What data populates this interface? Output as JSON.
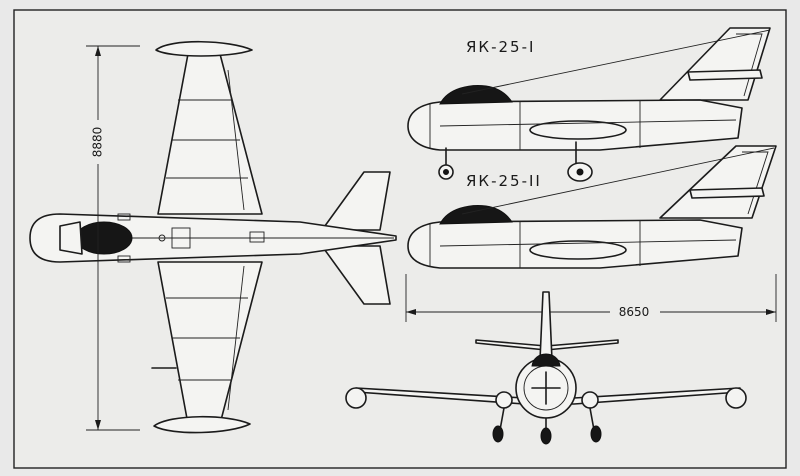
{
  "labels": {
    "variant_1": "ЯК-25-I",
    "variant_2": "ЯК-25-II",
    "span_dimension": "8880",
    "length_dimension": "8650"
  },
  "colors": {
    "paper": "#e9e9e9",
    "ink": "#1b1b1b"
  }
}
